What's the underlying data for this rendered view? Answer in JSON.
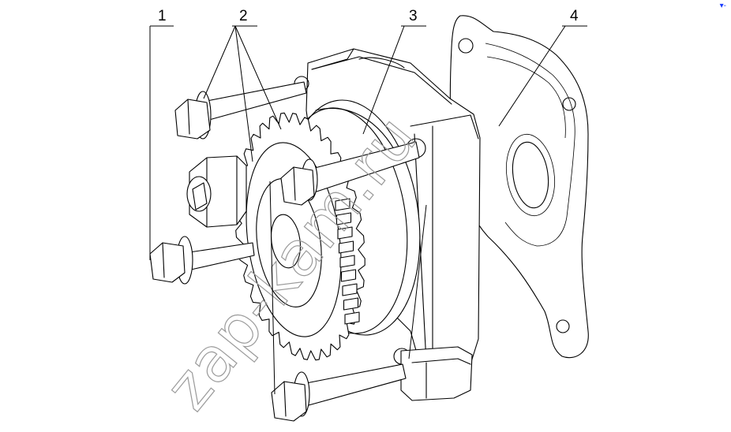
{
  "diagram": {
    "callouts": [
      {
        "label": "1"
      },
      {
        "label": "2"
      },
      {
        "label": "3"
      },
      {
        "label": "4"
      }
    ],
    "watermark": "zap-kam.ru",
    "corner_mark": "▾-",
    "colors": {
      "line": "#000000",
      "watermark": "#9a9a9a",
      "background": "#ffffff",
      "corner_mark": "#1a3cff"
    }
  }
}
